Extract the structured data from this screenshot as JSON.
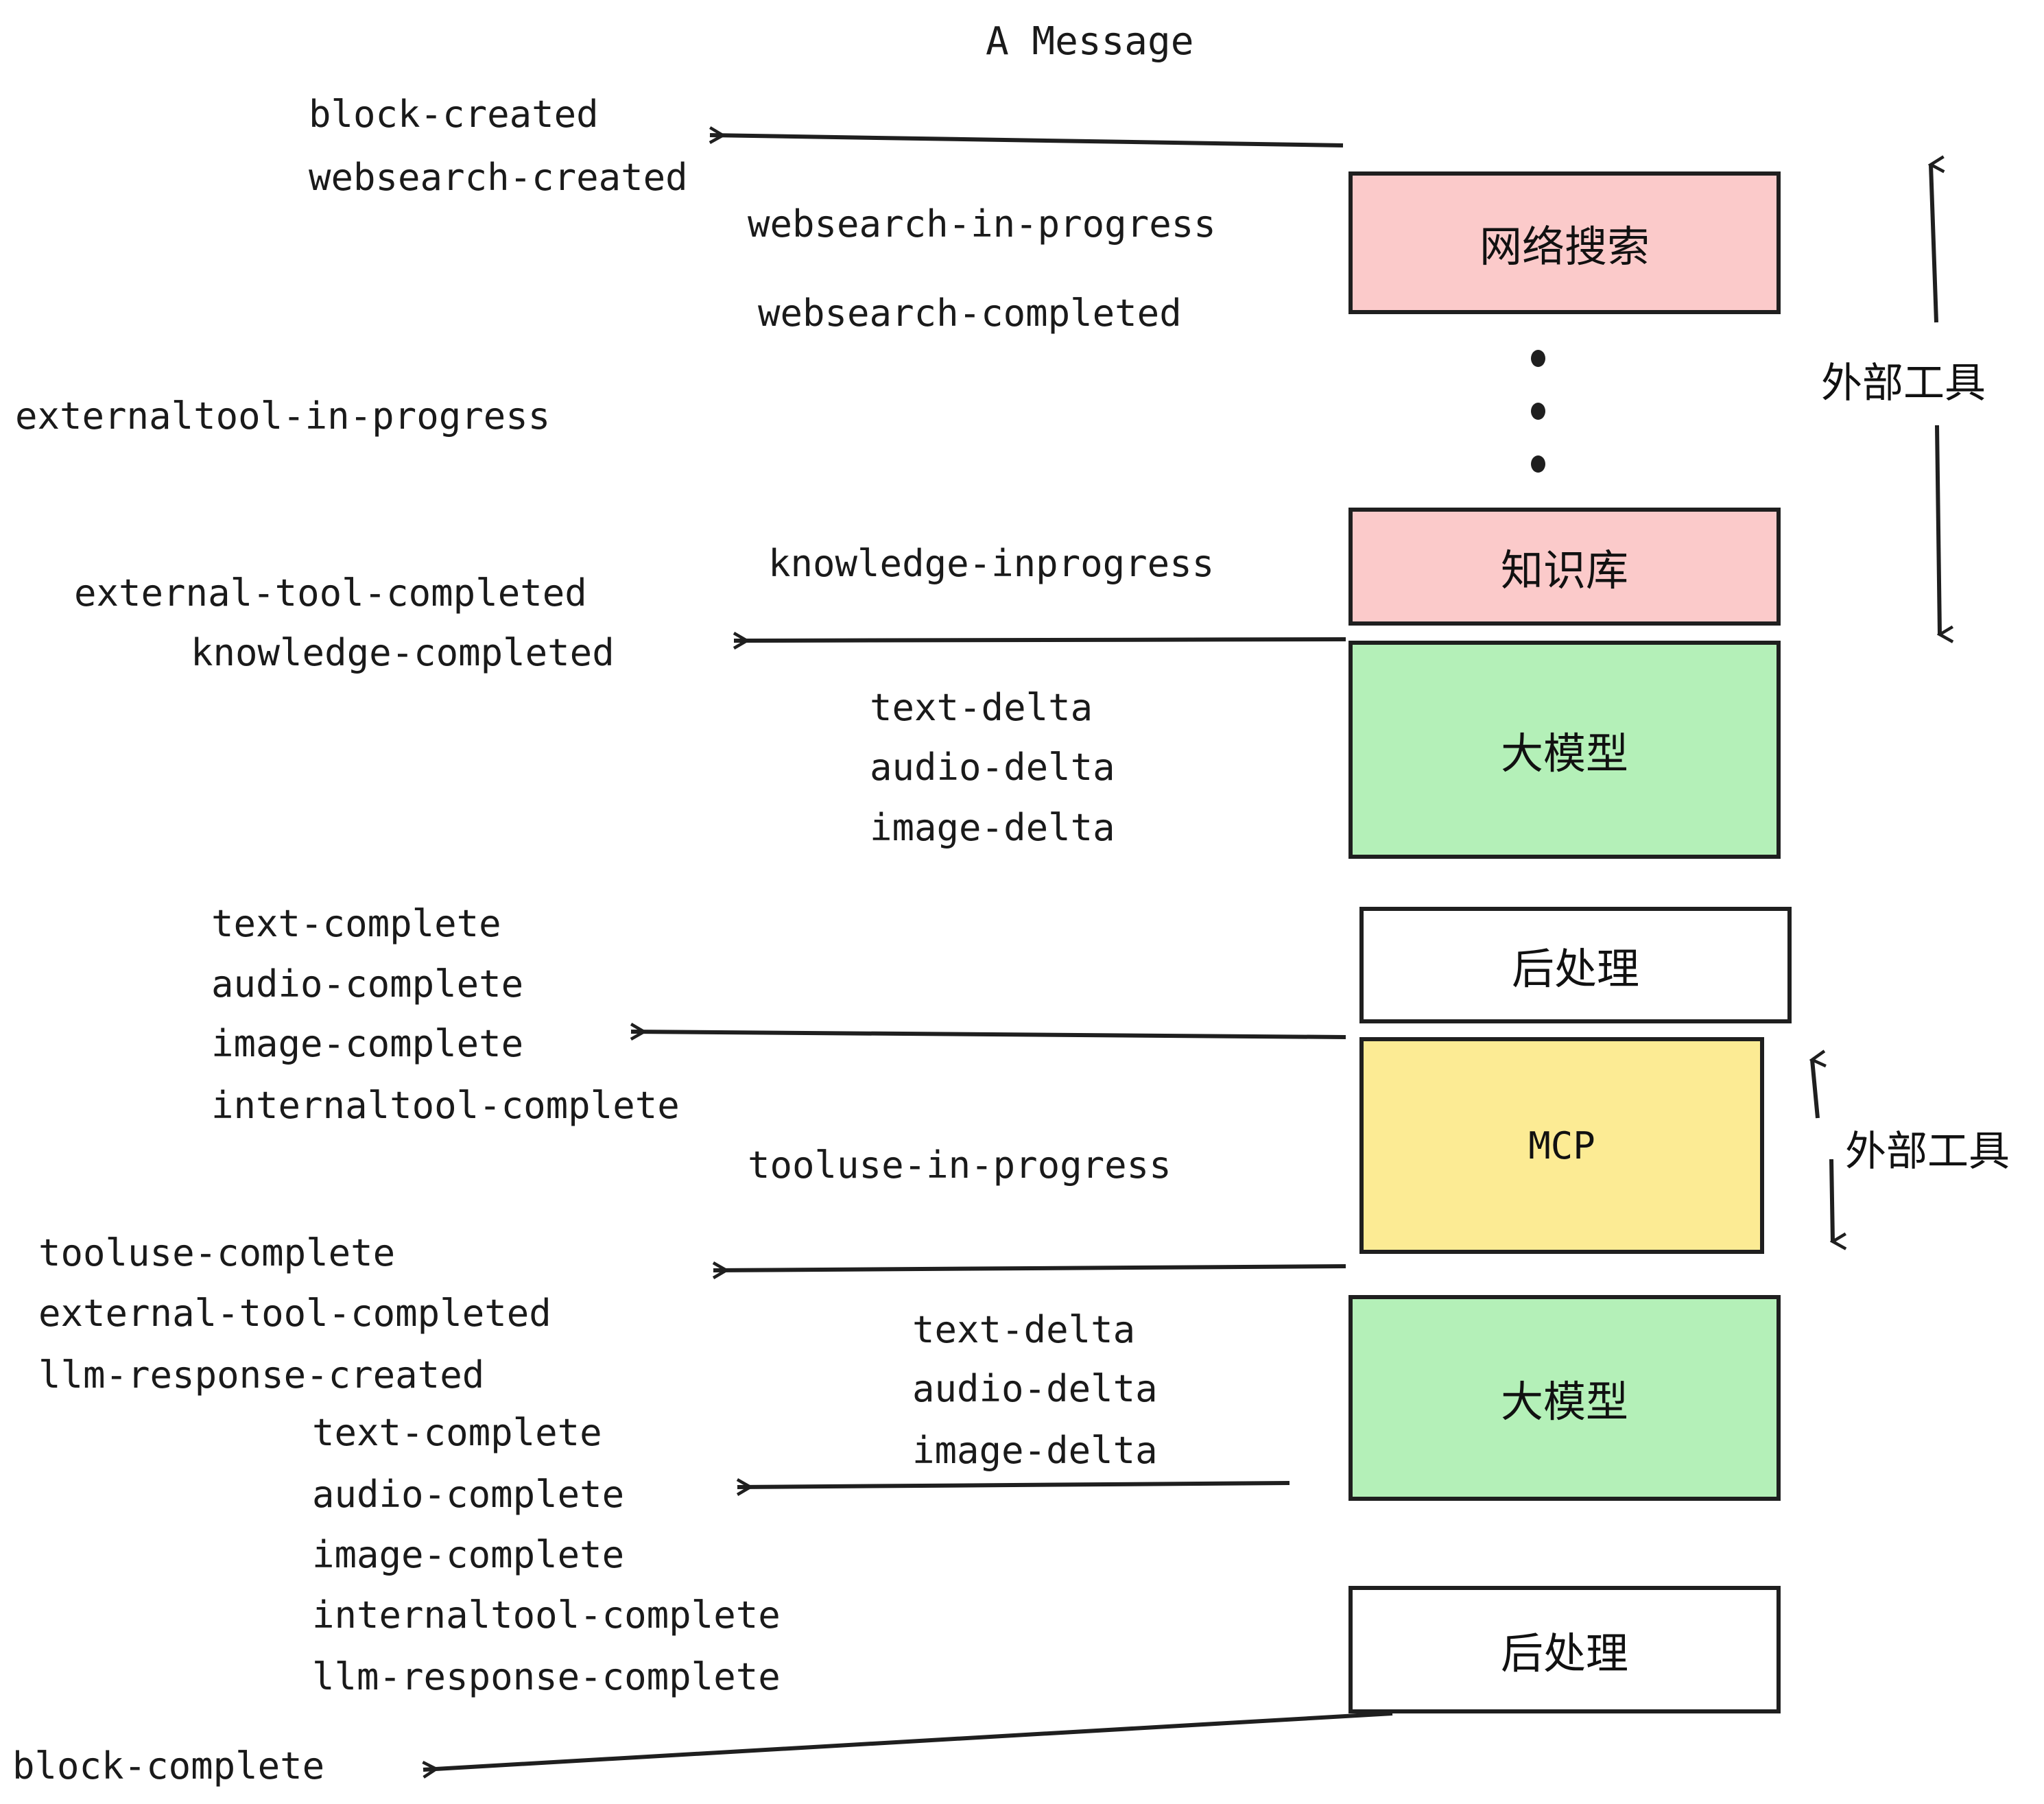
{
  "title": "A Message",
  "colors": {
    "external_tool_fill": "#fbcaca",
    "llm_fill": "#b4f0b8",
    "mcp_fill": "#fceb94",
    "postprocess_fill": "#ffffff",
    "stroke": "#1f1f1f",
    "text": "#1a1a1a",
    "background": "#ffffff"
  },
  "boxes": [
    {
      "id": "websearch",
      "label": "网络搜索",
      "fill": "#fbcaca"
    },
    {
      "id": "knowledge",
      "label": "知识库",
      "fill": "#fbcaca"
    },
    {
      "id": "llm-1",
      "label": "大模型",
      "fill": "#b4f0b8"
    },
    {
      "id": "postprocess-1",
      "label": "后处理",
      "fill": "#ffffff"
    },
    {
      "id": "mcp",
      "label": "MCP",
      "fill": "#fceb94"
    },
    {
      "id": "llm-2",
      "label": "大模型",
      "fill": "#b4f0b8"
    },
    {
      "id": "postprocess-2",
      "label": "后处理",
      "fill": "#ffffff"
    }
  ],
  "side_annotations": [
    {
      "id": "external-tool-top",
      "label": "外部工具"
    },
    {
      "id": "external-tool-bottom",
      "label": "外部工具"
    }
  ],
  "events": [
    {
      "id": "e01",
      "text": "block-created"
    },
    {
      "id": "e02",
      "text": "websearch-created"
    },
    {
      "id": "e03",
      "text": "websearch-in-progress"
    },
    {
      "id": "e04",
      "text": "websearch-completed"
    },
    {
      "id": "e05",
      "text": "externaltool-in-progress"
    },
    {
      "id": "e06",
      "text": "knowledge-inprogress"
    },
    {
      "id": "e07",
      "text": "external-tool-completed"
    },
    {
      "id": "e08",
      "text": "knowledge-completed"
    },
    {
      "id": "e09",
      "text": "text-delta"
    },
    {
      "id": "e10",
      "text": "audio-delta"
    },
    {
      "id": "e11",
      "text": "image-delta"
    },
    {
      "id": "e12",
      "text": "text-complete"
    },
    {
      "id": "e13",
      "text": "audio-complete"
    },
    {
      "id": "e14",
      "text": "image-complete"
    },
    {
      "id": "e15",
      "text": "internaltool-complete"
    },
    {
      "id": "e16",
      "text": "tooluse-in-progress"
    },
    {
      "id": "e17",
      "text": "tooluse-complete"
    },
    {
      "id": "e18",
      "text": "external-tool-completed"
    },
    {
      "id": "e19",
      "text": "llm-response-created"
    },
    {
      "id": "e20",
      "text": "text-delta"
    },
    {
      "id": "e21",
      "text": "audio-delta"
    },
    {
      "id": "e22",
      "text": "image-delta"
    },
    {
      "id": "e23",
      "text": "text-complete"
    },
    {
      "id": "e24",
      "text": "audio-complete"
    },
    {
      "id": "e25",
      "text": "image-complete"
    },
    {
      "id": "e26",
      "text": "internaltool-complete"
    },
    {
      "id": "e27",
      "text": "llm-response-complete"
    },
    {
      "id": "e28",
      "text": "block-complete"
    }
  ]
}
